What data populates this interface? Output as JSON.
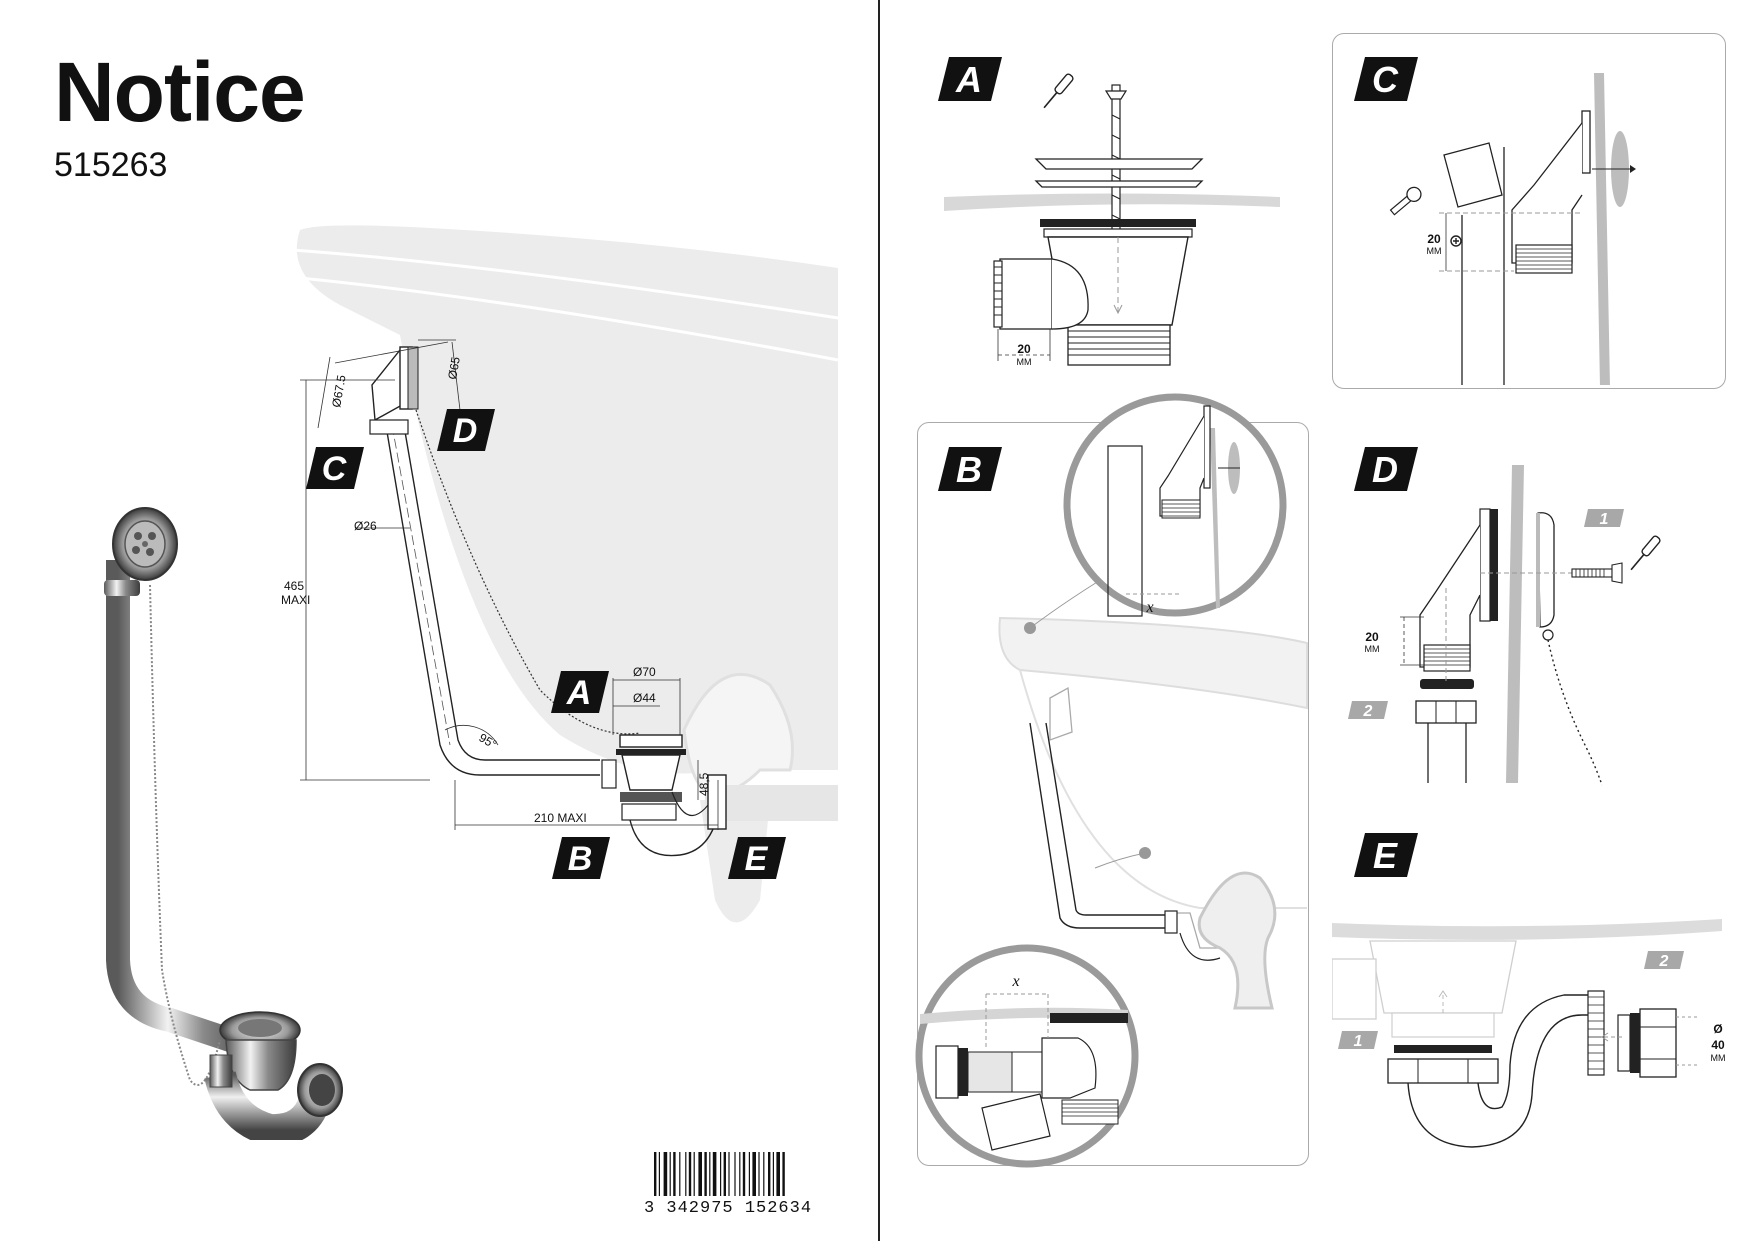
{
  "header": {
    "title": "Notice",
    "reference": "515263"
  },
  "badges": {
    "a": "A",
    "b": "B",
    "c": "C",
    "d": "D",
    "e": "E"
  },
  "overview_dims": {
    "d675": "Ø67.5",
    "d65": "Ø65",
    "d26": "Ø26",
    "h465": "465",
    "maxi": "MAXI",
    "d70": "Ø70",
    "d44": "Ø44",
    "angle": "95°",
    "w210": "210 MAXI",
    "h48": "48,5"
  },
  "panel_a": {
    "dim_value": "20",
    "dim_unit": "MM"
  },
  "panel_b": {
    "var_top": "x",
    "var_bottom": "x"
  },
  "panel_c": {
    "dim_value": "20",
    "dim_unit": "MM"
  },
  "panel_d": {
    "dim_value": "20",
    "dim_unit": "MM",
    "step1": "1",
    "step2": "2"
  },
  "panel_e": {
    "diam_symbol": "Ø",
    "diam_value": "40",
    "diam_unit": "MM",
    "step1": "1",
    "step2": "2"
  },
  "barcode": {
    "digits": "3 342975 152634"
  },
  "colors": {
    "ink": "#111111",
    "tub": "#ebebeb",
    "wall": "#bdbdbd",
    "frame": "#aaaaaa",
    "metal": "#c8c8c8"
  }
}
